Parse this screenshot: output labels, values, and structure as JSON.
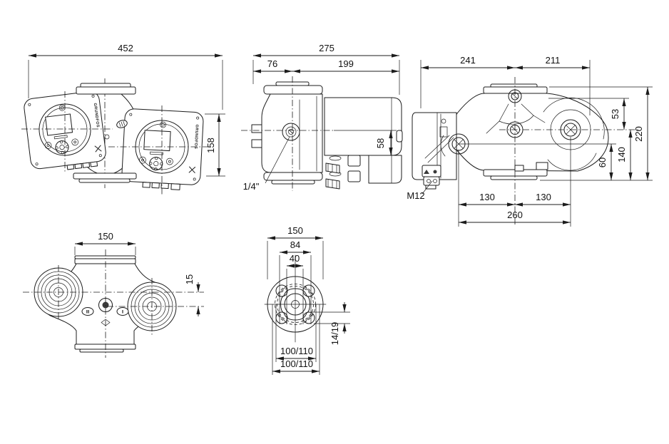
{
  "meta": {
    "background": "#ffffff",
    "line_color": "#1c1c1c",
    "drawing_type": "pump dimensional drawing"
  },
  "brand": {
    "logo": "GRUNDFOS"
  },
  "views": {
    "front": {
      "dim_width": "452",
      "dim_height": "158"
    },
    "side": {
      "dim_total": "275",
      "dim_left": "76",
      "dim_right": "199",
      "dim_box_height": "58",
      "vent_label": "1/4\""
    },
    "top": {
      "dim_left": "241",
      "dim_right": "211",
      "dim_53": "53",
      "dim_220": "220",
      "dim_140": "140",
      "dim_60": "60",
      "connector_label": "M12",
      "dim_130_left": "130",
      "dim_130_right": "130",
      "dim_260": "260"
    },
    "bottom": {
      "dim_width": "150",
      "dim_offset": "15",
      "badge_left": "II",
      "badge_right": "I"
    },
    "flange": {
      "dim_od": "150",
      "dim_84": "84",
      "dim_40": "40",
      "dim_hole": "14/19",
      "dim_bolt_circle_1": "100/110",
      "dim_bolt_circle_2": "100/110"
    }
  }
}
